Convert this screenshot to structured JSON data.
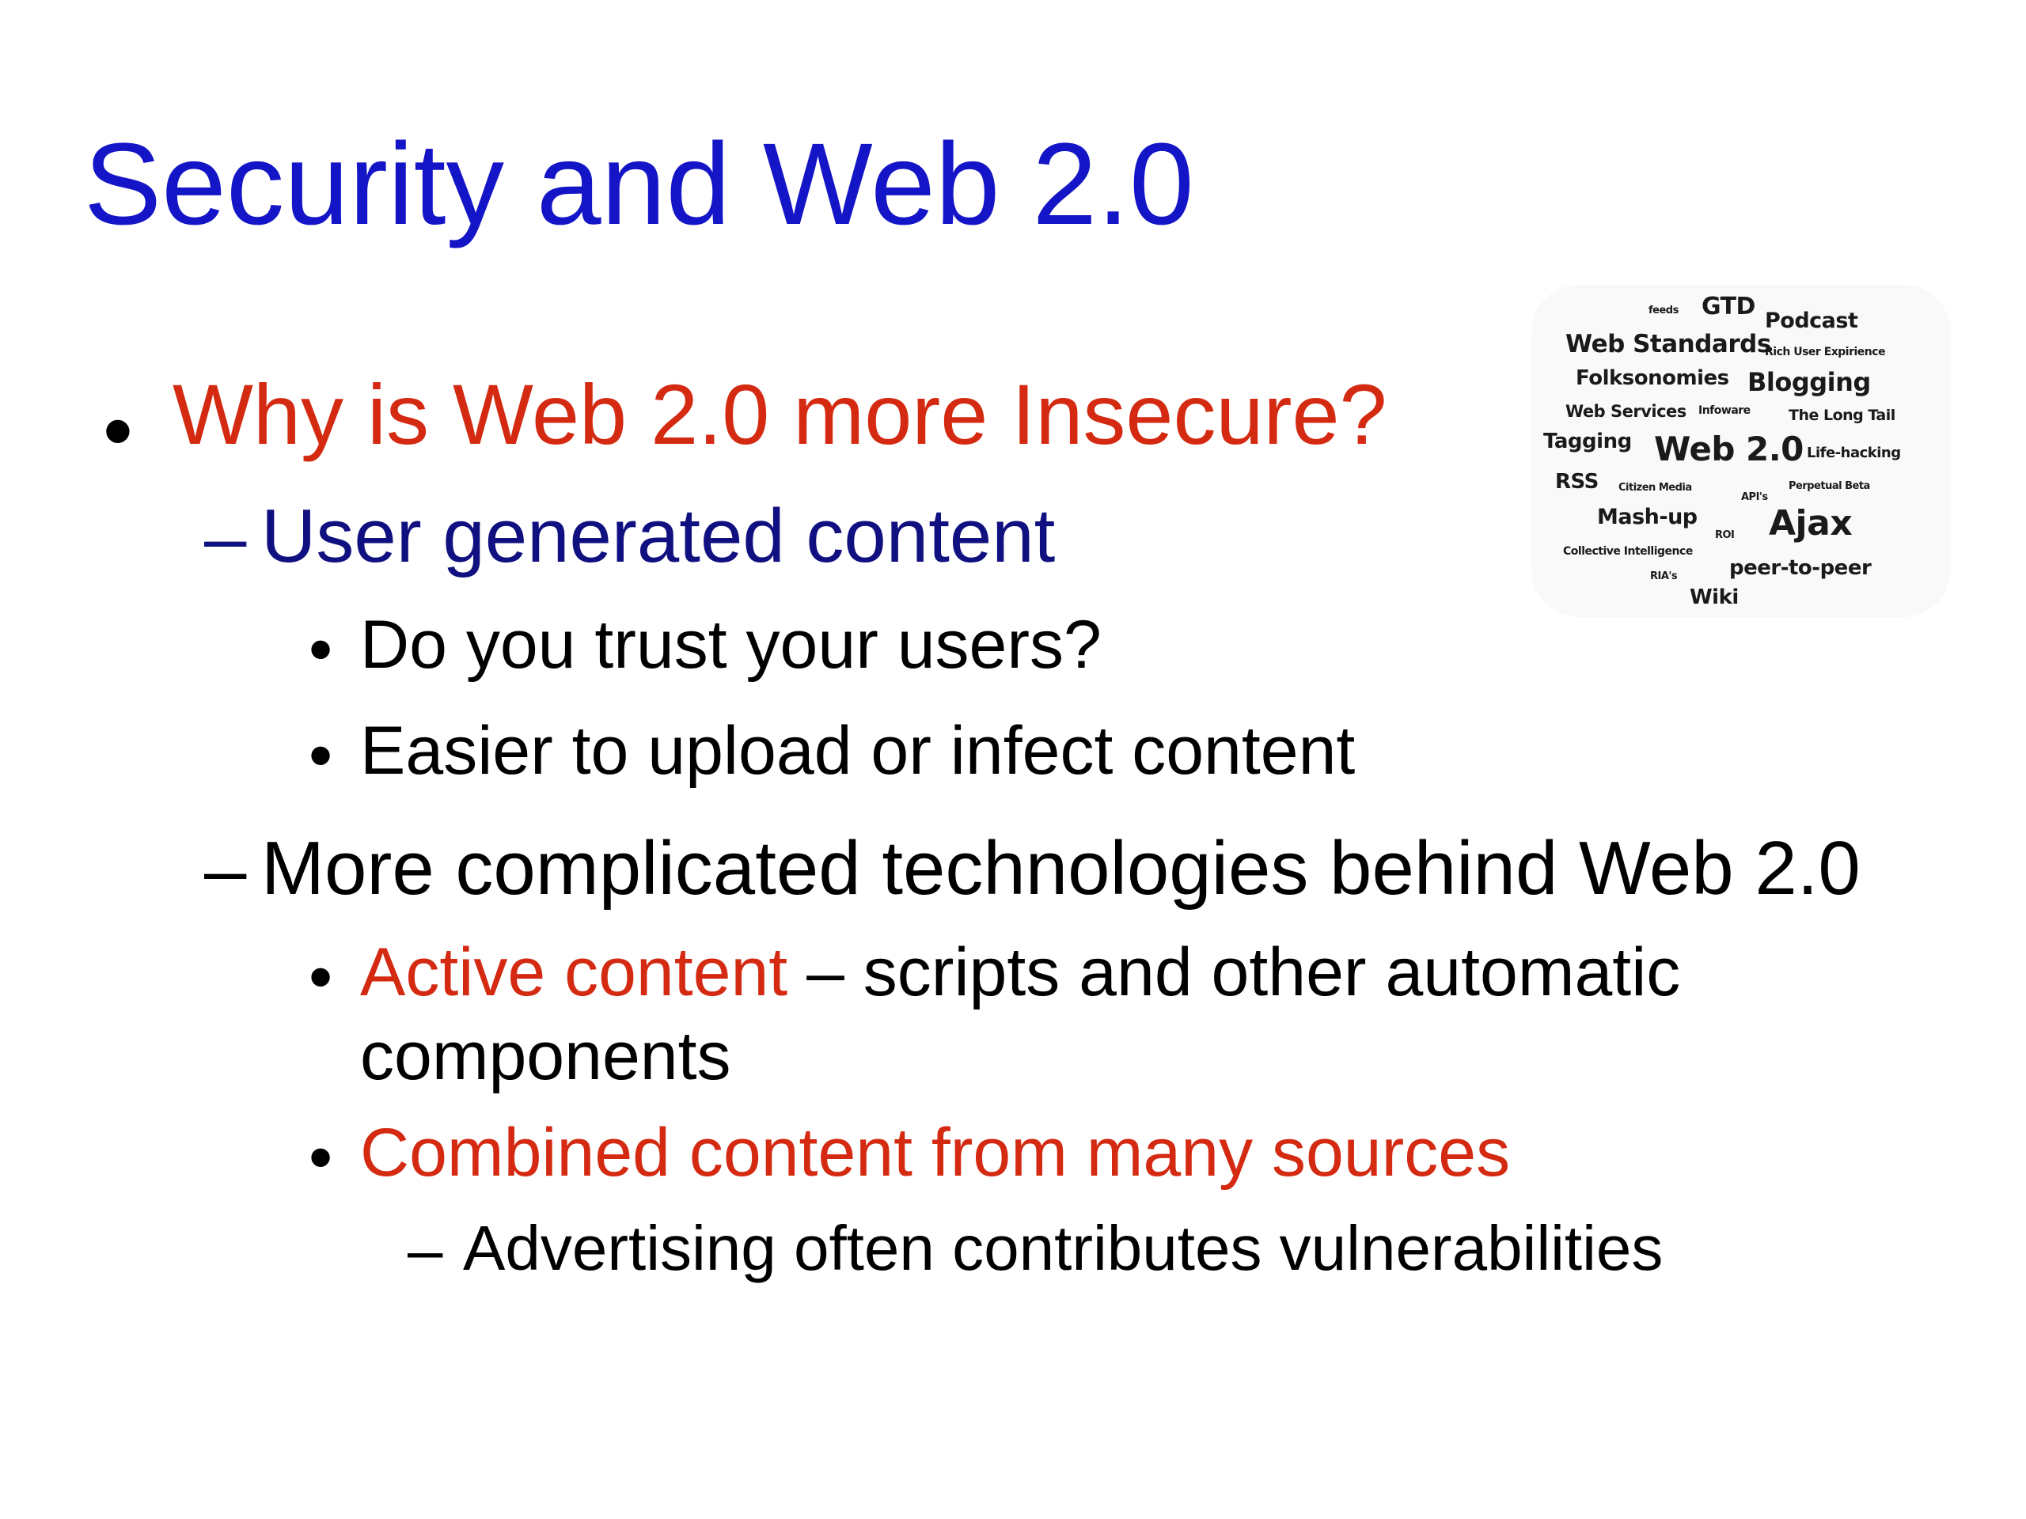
{
  "slide": {
    "title": "Security and Web 2.0",
    "bullets": {
      "bullet_marker": "•",
      "dash_marker": "–",
      "l1_text": "Why is Web 2.0 more Insecure?",
      "l2a_text": "User generated content",
      "l3a_text": "Do you trust your users?",
      "l3b_text": "Easier to upload or infect content",
      "l2b_text": "More complicated technologies behind Web 2.0",
      "l3c_highlight": "Active content",
      "l3c_rest": " – scripts and other automatic",
      "l3c_cont": "components",
      "l3d_text": "Combined content from many sources",
      "l4a_text": "Advertising often contributes vulnerabilities"
    },
    "word_cloud": {
      "feeds": "feeds",
      "gtd": "GTD",
      "podcast": "Podcast",
      "web_standards": "Web Standards",
      "rich_user": "Rich User Expirience",
      "folksonomies": "Folksonomies",
      "blogging": "Blogging",
      "web_services": "Web Services",
      "infoware": "Infoware",
      "long_tail": "The Long Tail",
      "tagging": "Tagging",
      "web20": "Web 2.0",
      "life_hacking": "Life-hacking",
      "rss": "RSS",
      "citizen_media": "Citizen Media",
      "apis": "API's",
      "perpetual_beta": "Perpetual Beta",
      "mashup": "Mash-up",
      "roi": "ROI",
      "ajax": "Ajax",
      "collective": "Collective Intelligence",
      "rias": "RIA's",
      "p2p": "peer-to-peer",
      "wiki": "Wiki"
    }
  },
  "colors": {
    "title": "#1515c8",
    "red": "#d42a12",
    "blue": "#101080",
    "black": "#000000"
  }
}
